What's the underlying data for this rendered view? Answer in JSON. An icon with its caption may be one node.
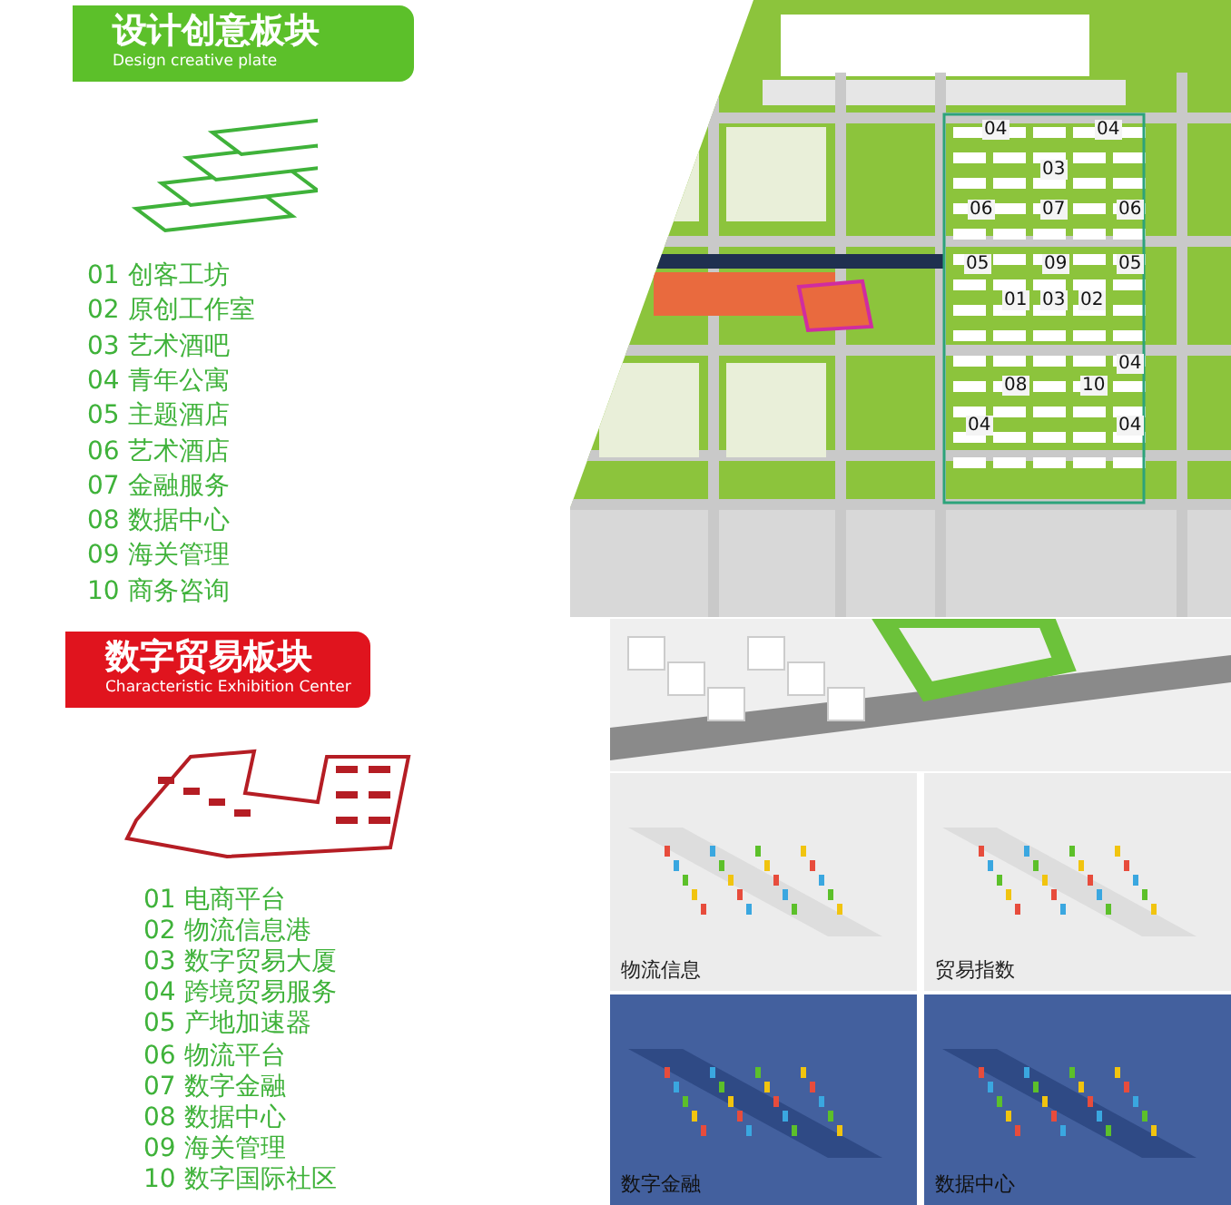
{
  "diagram": {
    "nodes": [
      {
        "text": [
          "设计创意板块",
          "Design creative plate"
        ]
      },
      {
        "text": [
          "数字贸易板块",
          "Characteristic Exhibition Center"
        ]
      },
      {
        "text": [
          "物流信息"
        ]
      },
      {
        "text": [
          "贸易指数"
        ]
      },
      {
        "text": [
          "数字金融"
        ]
      },
      {
        "text": [
          "数据中心"
        ]
      }
    ],
    "labels": [
      "01 创客工坊",
      "02 原创工作室",
      "03 艺术酒吧",
      "04 青年公寓",
      "05 主题酒店",
      "06 艺术酒店",
      "07 金融服务",
      "08 数据中心",
      "09 海关管理",
      "10 商务咨询",
      "04",
      "04",
      "03",
      "06",
      "07",
      "06",
      "05",
      "09",
      "05",
      "01",
      "03",
      "02",
      "04",
      "08",
      "10",
      "04",
      "04",
      "01 电商平台",
      "02 物流信息港",
      "03 数字贸易大厦",
      "04 跨境贸易服务",
      "05 产地加速器",
      "06 物流平台",
      "07 数字金融",
      "08 数据中心",
      "09 海关管理",
      "10 数字国际社区"
    ]
  }
}
